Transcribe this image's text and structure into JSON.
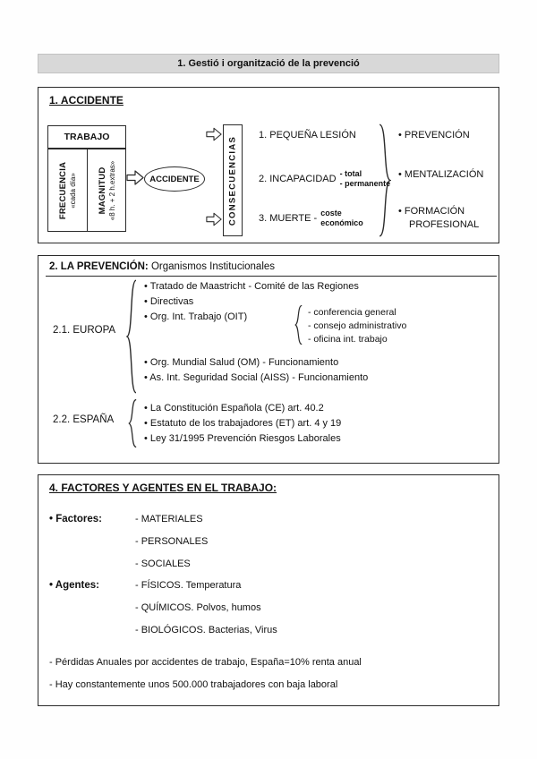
{
  "header": {
    "title": "1. Gestió i organització de la prevenció"
  },
  "accidente": {
    "title": "1. ACCIDENTE",
    "trabajo": "TRABAJO",
    "frecuencia": "FRECUENCIA",
    "frecuencia_sub": "«cada día»",
    "magnitud": "MAGNITUD",
    "magnitud_sub": "«8 h. + 2 h.extras»",
    "ellipse": "ACCIDENTE",
    "consecuencias": "CONSECUENCIAS",
    "c1": "1. PEQUEÑA LESIÓN",
    "c2": "2. INCAPACIDAD",
    "c2a": "- total",
    "c2b": "- permanente",
    "c3": "3. MUERTE -",
    "c3a": "coste",
    "c3b": "económico",
    "r1": "• PREVENCIÓN",
    "r2": "• MENTALIZACIÓN",
    "r3": "• FORMACIÓN PROFESIONAL"
  },
  "prevencion": {
    "title_bold": "2. LA PREVENCIÓN:",
    "title_rest": " Organismos Institucionales",
    "europa": "2.1.  EUROPA",
    "items": [
      "• Tratado de Maastricht  -  Comité de las Regiones",
      "• Directivas",
      "• Org. Int. Trabajo (OIT)"
    ],
    "oit_sub": [
      "- conferencia general",
      "- consejo administrativo",
      "- oficina int. trabajo"
    ],
    "items2": [
      "• Org. Mundial Salud (OM)  -  Funcionamiento",
      "• As. Int. Seguridad Social (AISS)  -  Funcionamiento"
    ],
    "espana": "2.2.  ESPAÑA",
    "espana_items": [
      "• La Constitución Española (CE)  art. 40.2",
      "• Estatuto de los trabajadores (ET) art. 4 y 19",
      "• Ley 31/1995 Prevención Riesgos Laborales"
    ]
  },
  "factores": {
    "title": "4. FACTORES Y AGENTES EN EL TRABAJO:",
    "factores_label": "• Factores:",
    "factores_items": [
      "- MATERIALES",
      "- PERSONALES",
      "- SOCIALES"
    ],
    "agentes_label": "• Agentes:",
    "agentes_items": [
      "- FÍSICOS. Temperatura",
      "- QUÍMICOS. Polvos, humos",
      "- BIOLÓGICOS. Bacterias, Virus"
    ],
    "notes": [
      "- Pérdidas Anuales por accidentes de trabajo, España=10% renta anual",
      "- Hay constantemente unos 500.000 trabajadores con baja laboral"
    ]
  }
}
